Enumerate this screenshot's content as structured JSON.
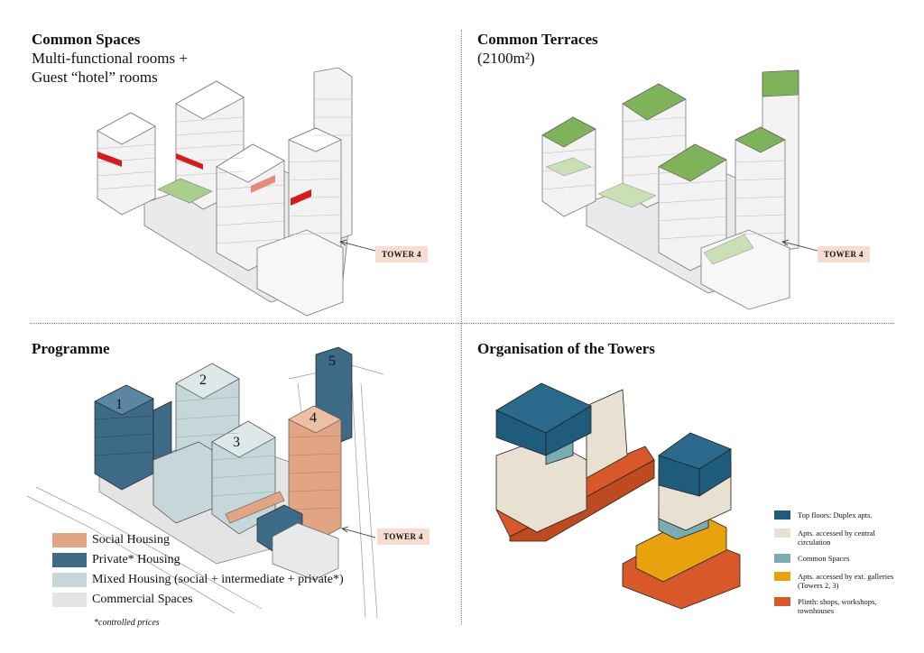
{
  "q1": {
    "title": "Common Spaces",
    "subtitle_line1": "Multi-functional rooms +",
    "subtitle_line2": "Guest “hotel” rooms",
    "tower_tag": "TOWER 4"
  },
  "q2": {
    "title": "Common Terraces",
    "subtitle": "(2100m²)",
    "tower_tag": "TOWER 4"
  },
  "q3": {
    "title": "Programme",
    "tower_tag": "TOWER 4",
    "tower_numbers": [
      "1",
      "2",
      "3",
      "4",
      "5"
    ],
    "legend": [
      {
        "label": "Social Housing",
        "color": "#e2a583"
      },
      {
        "label": "Private* Housing",
        "color": "#3d6a86"
      },
      {
        "label": "Mixed Housing (social + intermediate + private*)",
        "color": "#c5d7d8"
      },
      {
        "label": "Commercial Spaces",
        "color": "#e4e4e4"
      }
    ],
    "note": "*controlled prices"
  },
  "q4": {
    "title": "Organisation of the Towers",
    "legend": [
      {
        "label": "Top floors: Duplex apts.",
        "color": "#1f5c7c"
      },
      {
        "label": "Apts. accessed by central circulation",
        "color": "#e8e0d0"
      },
      {
        "label": "Common Spaces",
        "color": "#79adb3"
      },
      {
        "label": "Apts. accessed by ext. galleries (Towers 2, 3)",
        "color": "#e8a20e"
      },
      {
        "label": "Plinth: shops, workshops, townhouses",
        "color": "#d9582a"
      }
    ]
  }
}
